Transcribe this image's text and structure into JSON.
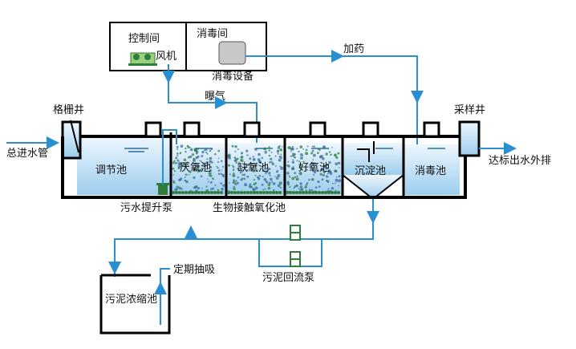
{
  "labels": {
    "control_room": "控制间",
    "blower": "风机",
    "disinfection_room": "消毒间",
    "disinfection_equipment": "消毒设备",
    "dosing": "加药",
    "aeration": "曝气",
    "grille_well": "格栅井",
    "sampling_well": "采样井",
    "main_inlet_pipe": "总进水管",
    "discharge": "达标出水外排",
    "equalization_tank": "调节池",
    "anaerobic_tank": "厌氧池",
    "anoxic_tank": "缺氧池",
    "aerobic_tank": "好氧池",
    "sedimentation_tank": "沉淀池",
    "disinfection_tank": "消毒池",
    "lift_pump": "污水提升泵",
    "biocontact_oxidation": "生物接触氧化池",
    "periodic_suction": "定期抽吸",
    "sludge_thickener": "污泥浓缩池",
    "sludge_return_pump": "污泥回流泵"
  },
  "colors": {
    "pipe": "#2a8fd0",
    "outline": "#000000",
    "water_top": "#eaf5fc",
    "water_bottom": "#a9d3ef",
    "media_dots": "#2e7d3a",
    "equipment": "#c8c8c8"
  }
}
